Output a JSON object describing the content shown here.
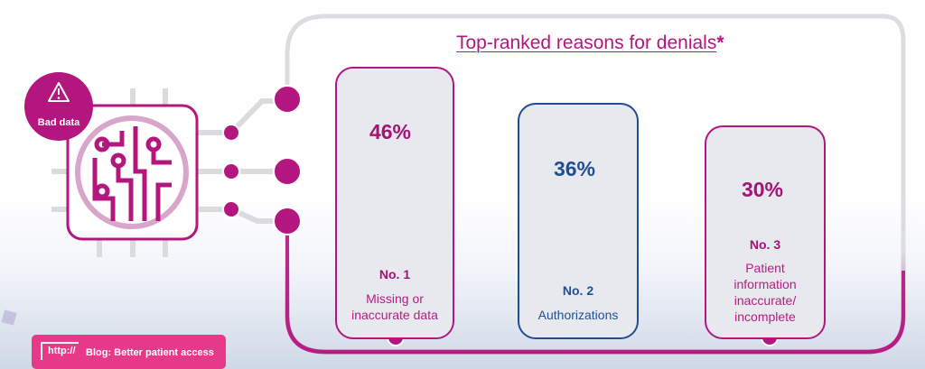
{
  "diagram": {
    "title": "Top-ranked reasons for denials",
    "title_footnote_mark": "*",
    "source_badge": {
      "icon": "warning-triangle-icon",
      "label": "Bad data"
    },
    "chip_icon": "circuit-chip-icon",
    "colors": {
      "magenta": "#b3177f",
      "blue": "#1f4f93",
      "card_bg": "#e8e9ef",
      "blog_pink": "#e8388a",
      "frame_gray": "#dcdde0"
    },
    "reasons": [
      {
        "rank": "No. 1",
        "percent": "46%",
        "value": 46,
        "label_lines": [
          "Missing or",
          "inaccurate data"
        ],
        "color": "#b3177f"
      },
      {
        "rank": "No. 2",
        "percent": "36%",
        "value": 36,
        "label_lines": [
          "Authorizations"
        ],
        "color": "#1f4f93"
      },
      {
        "rank": "No. 3",
        "percent": "30%",
        "value": 30,
        "label_lines": [
          "Patient",
          "information",
          "inaccurate/",
          "incomplete"
        ],
        "color": "#b3177f"
      }
    ],
    "blog_link": {
      "icon_text": "http://",
      "label": "Blog: Better patient access"
    }
  }
}
